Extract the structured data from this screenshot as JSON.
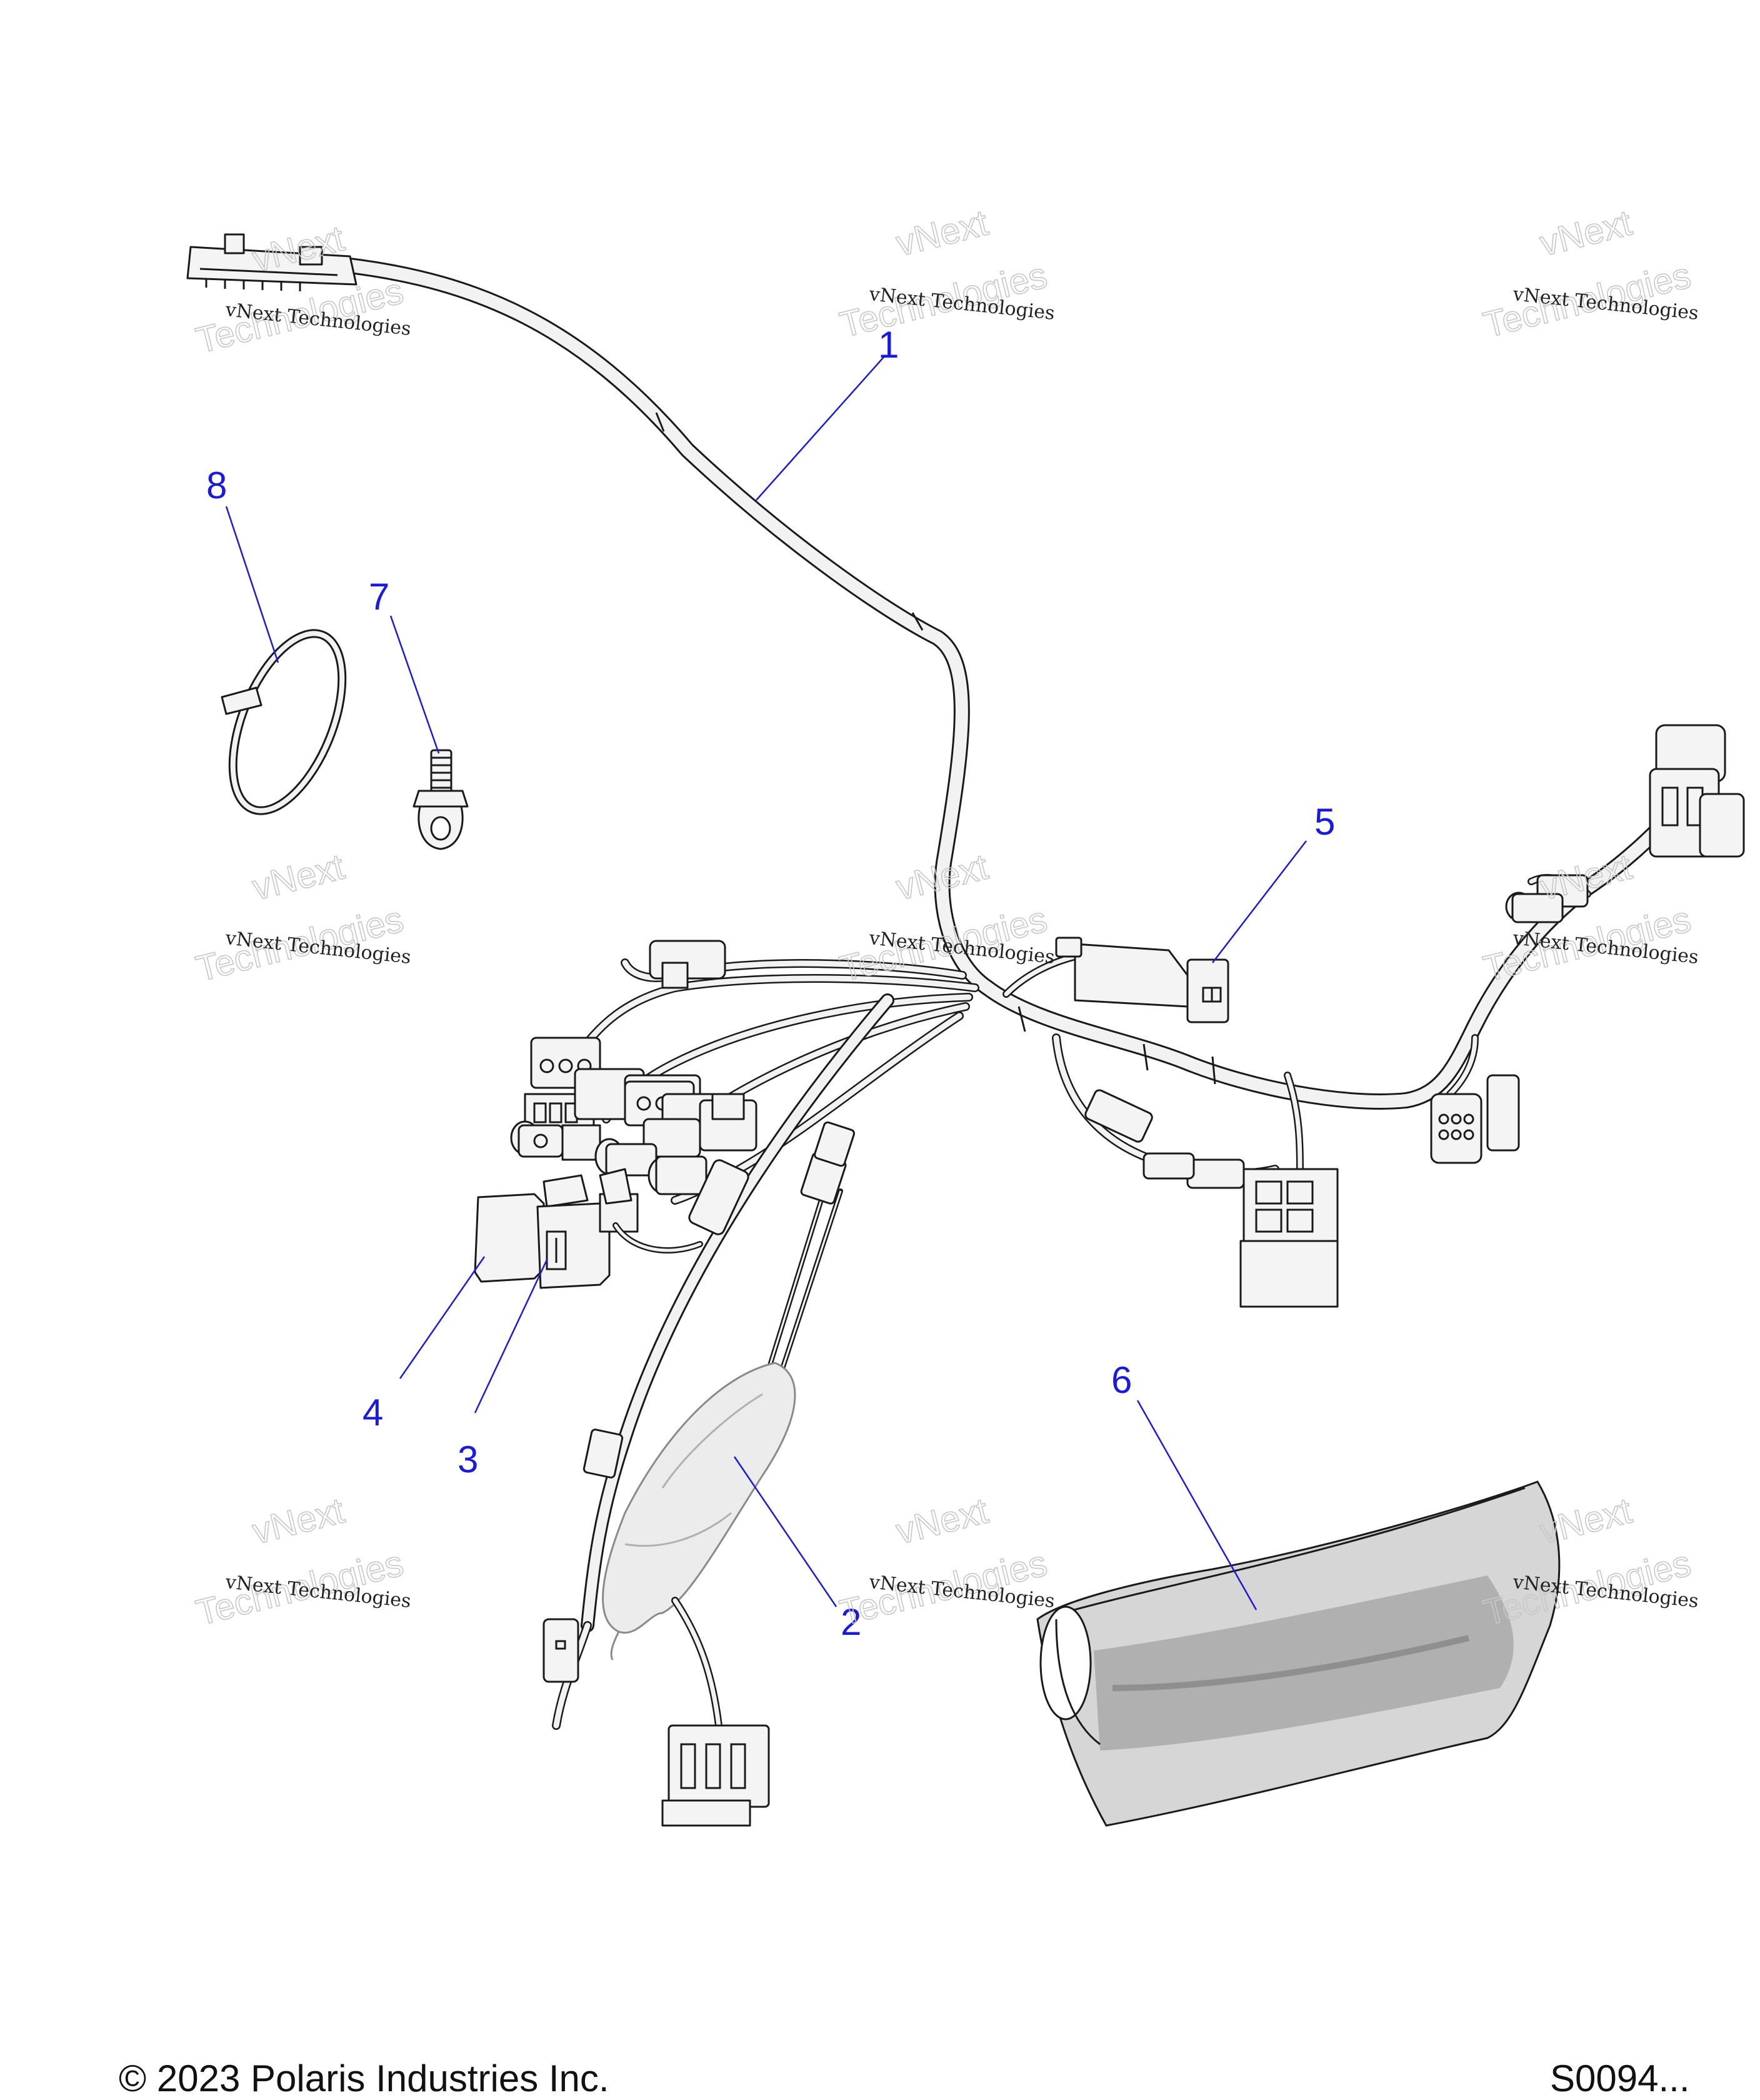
{
  "callouts": [
    "1",
    "2",
    "3",
    "4",
    "5",
    "6",
    "7",
    "8"
  ],
  "watermark": {
    "line1": "vNext Technologies",
    "line2": "vNext",
    "line3": "Technologies"
  },
  "footer": {
    "copyright": "© 2023 Polaris Industries Inc.",
    "code": "S0094..."
  },
  "colors": {
    "callout": "#1a1adf",
    "line_art": "#1a1a1a"
  }
}
